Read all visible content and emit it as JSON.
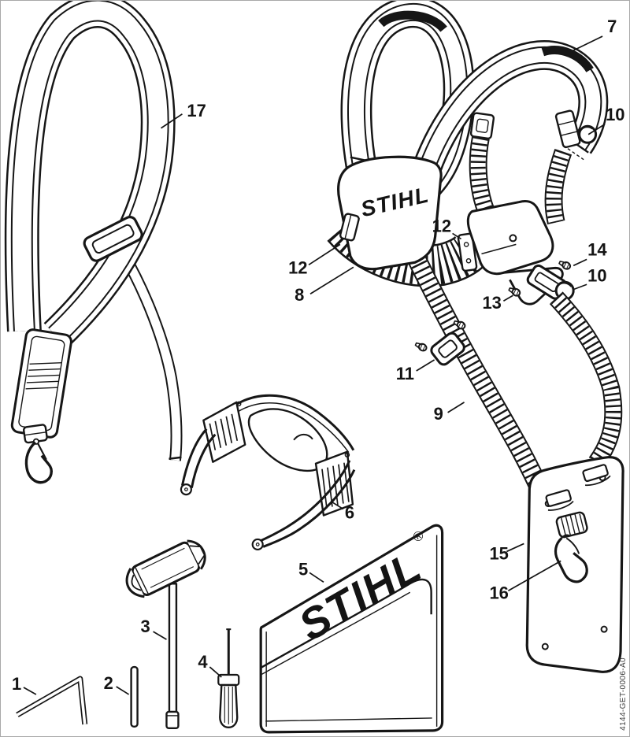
{
  "figure": {
    "doc_number": "4144-GET-0006-A0",
    "chest_plate_logo": "STIHL",
    "bag_logo": "STIHL",
    "bag_logo_registered": "®",
    "callouts": {
      "1": "1",
      "2": "2",
      "3": "3",
      "4": "4",
      "5": "5",
      "6": "6",
      "7": "7",
      "8": "8",
      "9": "9",
      "10": "10",
      "11": "11",
      "12": "12",
      "13": "13",
      "14": "14",
      "15": "15",
      "16": "16",
      "17": "17"
    },
    "colors": {
      "line": "#161616",
      "background": "#ffffff",
      "frame": "#a8a8a8"
    }
  }
}
